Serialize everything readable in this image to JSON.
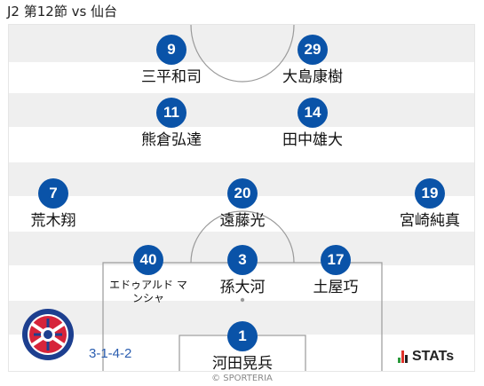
{
  "header": {
    "title": "J2 第12節 vs 仙台"
  },
  "players": [
    {
      "number": "9",
      "name": "三平和司"
    },
    {
      "number": "29",
      "name": "大島康樹"
    },
    {
      "number": "11",
      "name": "熊倉弘達"
    },
    {
      "number": "14",
      "name": "田中雄大"
    },
    {
      "number": "7",
      "name": "荒木翔"
    },
    {
      "number": "20",
      "name": "遠藤光"
    },
    {
      "number": "19",
      "name": "宮崎純真"
    },
    {
      "number": "40",
      "name": "エドゥアルド マンシャ"
    },
    {
      "number": "3",
      "name": "孫大河"
    },
    {
      "number": "17",
      "name": "土屋巧"
    },
    {
      "number": "1",
      "name": "河田晃兵"
    }
  ],
  "formation": "3-1-4-2",
  "footer": {
    "copyright": "© SPORTERIA",
    "stats_logo": "STATs"
  },
  "colors": {
    "number_badge": "#0a53a8",
    "formation_text": "#2a5db0",
    "stripe": "#efefef"
  },
  "crest": {
    "icon": "ventforet-kofu-crest-icon"
  }
}
